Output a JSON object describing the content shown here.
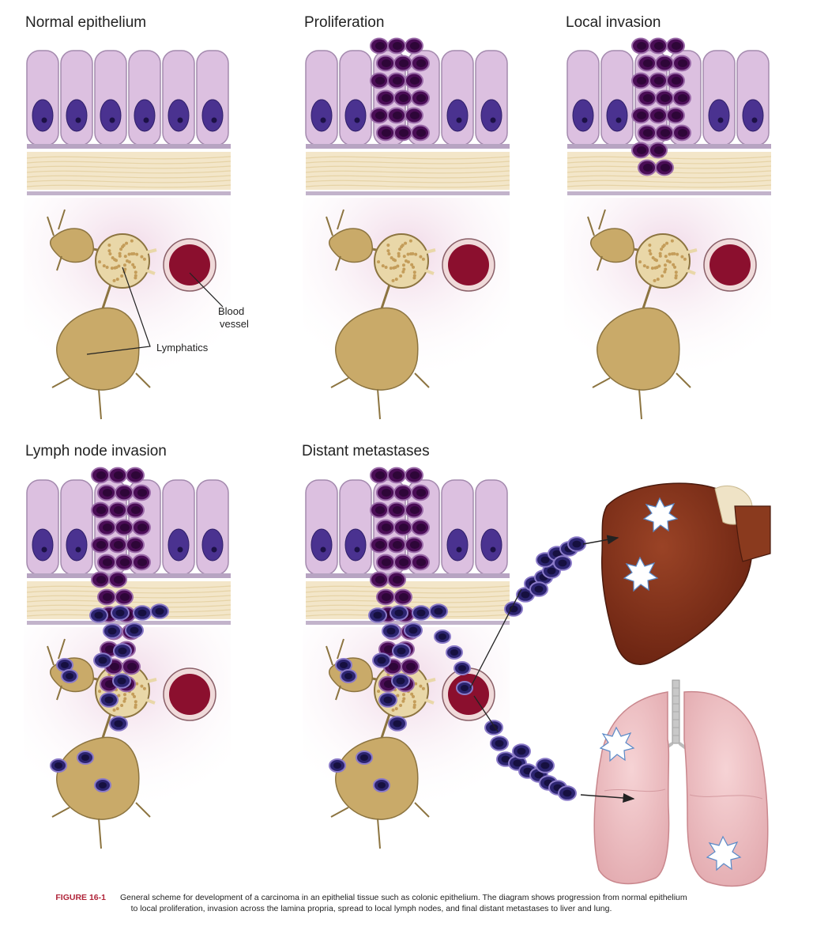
{
  "panels": [
    {
      "title": "Normal epithelium"
    },
    {
      "title": "Proliferation"
    },
    {
      "title": "Local invasion"
    },
    {
      "title": "Lymph node invasion"
    },
    {
      "title": "Distant metastases"
    }
  ],
  "labels": {
    "blood_vessel_line1": "Blood",
    "blood_vessel_line2": "vessel",
    "lymphatics": "Lymphatics"
  },
  "caption": {
    "figure_label": "FIGURE 16-1",
    "text": "General scheme for development of a carcinoma in an epithelial tissue such as colonic epithelium. The diagram shows progression from normal epithelium to local proliferation, invasion across the lamina propria, spread to local lymph nodes, and final distant metastases to liver and lung."
  },
  "colors": {
    "epithelial_cell": "#dcc0e0",
    "nucleus": "#4a3290",
    "tumor_cell": "#4a0d56",
    "circulating_tumor_cell": "#2c2470",
    "stroma": "#f3e6c9",
    "lymph_node": "#c9aa69",
    "blood_vessel": "#8b0f2e",
    "liver": "#7a2e18",
    "lung": "#f0c6c9"
  }
}
